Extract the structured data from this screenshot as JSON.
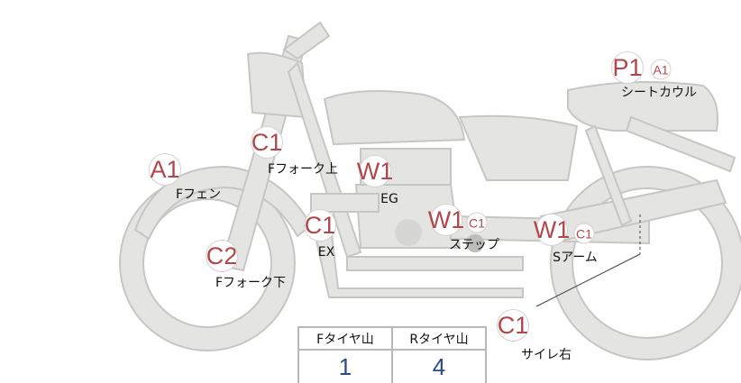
{
  "markers": [
    {
      "code": "P1",
      "sub": "A1",
      "label": "シートカウル"
    },
    {
      "code": "C1",
      "label": "Fフォーク上"
    },
    {
      "code": "A1",
      "label": "Fフェン"
    },
    {
      "code": "W1",
      "label": "EG"
    },
    {
      "code": "C1",
      "label": "EX"
    },
    {
      "code": "W1",
      "sub": "C1",
      "label": "ステップ"
    },
    {
      "code": "W1",
      "sub": "C1",
      "label": "Sアーム"
    },
    {
      "code": "C2",
      "label": "Fフォーク下"
    },
    {
      "code": "C1",
      "label": "サイレ右"
    }
  ],
  "tread_table": {
    "headers": [
      "Fタイヤ山",
      "Rタイヤ山"
    ],
    "values": [
      "1",
      "4"
    ]
  },
  "colors": {
    "marker_text": "#b2474b",
    "value_text": "#2c4a86",
    "bike_fill": "#e4e4e2"
  }
}
